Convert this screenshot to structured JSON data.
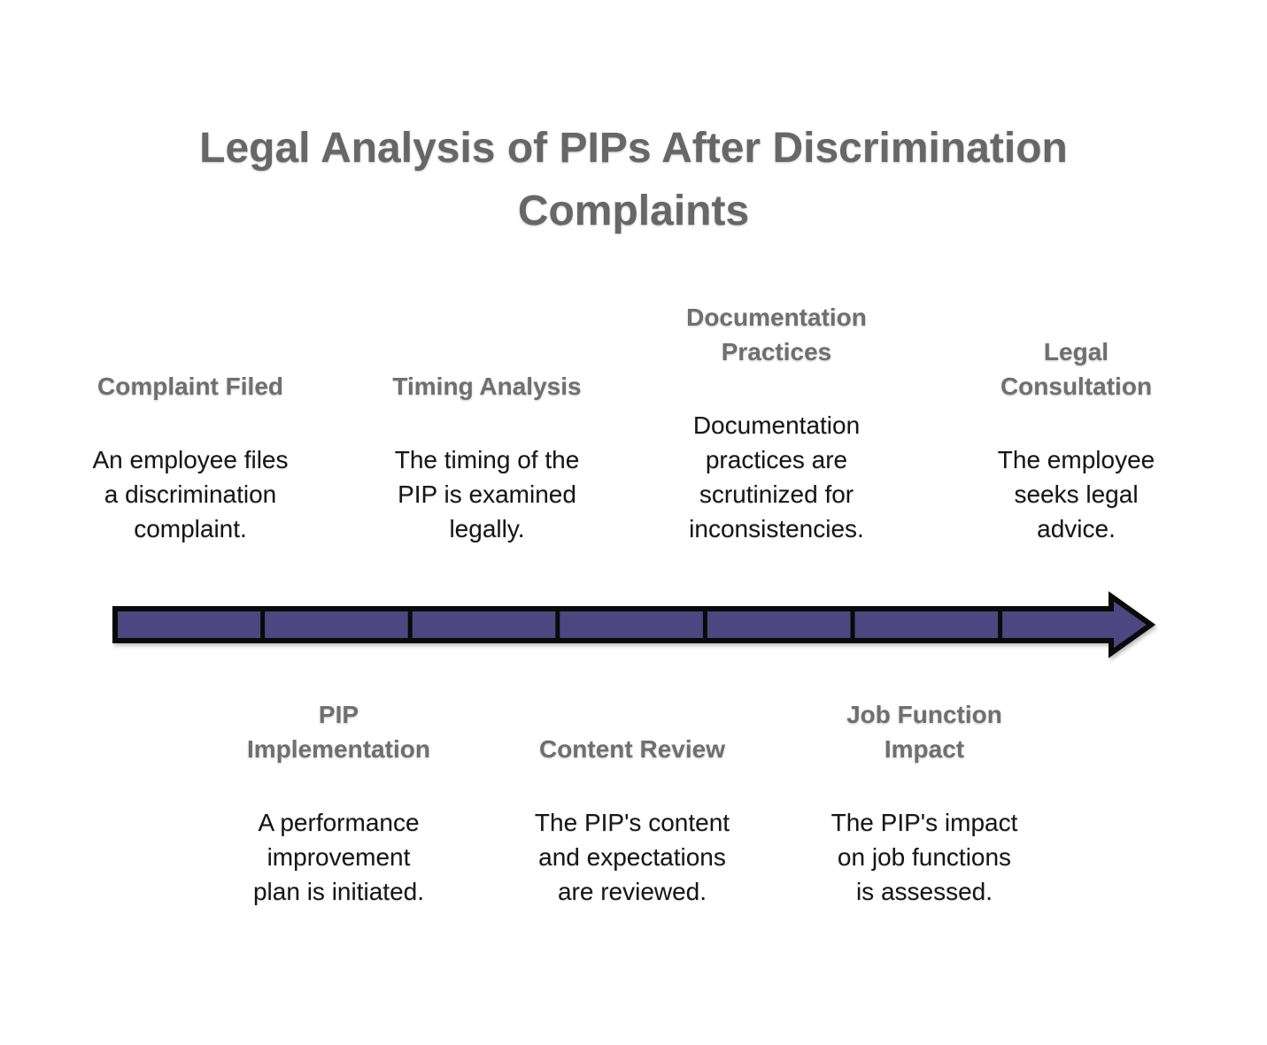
{
  "title": "Legal Analysis of PIPs After Discrimination Complaints",
  "colors": {
    "background": "#ffffff",
    "title_text": "#676767",
    "milestone_label_text": "#6f6f6f",
    "milestone_description_text": "#161616",
    "arrow_fill": "#4e4681",
    "arrow_outline": "#0a0a0a"
  },
  "timeline": {
    "direction": "left-to-right",
    "segment_count": 7,
    "milestones_above": [
      {
        "label": "Complaint Filed",
        "description": "An employee files a discrimination complaint."
      },
      {
        "label": "Timing Analysis",
        "description": "The timing of the PIP is examined legally."
      },
      {
        "label": "Documentation Practices",
        "description": "Documentation practices are scrutinized for inconsistencies."
      },
      {
        "label": "Legal Consultation",
        "description": "The employee seeks legal advice."
      }
    ],
    "milestones_below": [
      {
        "label": "PIP Implementation",
        "description": "A performance improvement plan is initiated."
      },
      {
        "label": "Content Review",
        "description": "The PIP's content and expectations are reviewed."
      },
      {
        "label": "Job Function Impact",
        "description": "The PIP's impact on job functions is assessed."
      }
    ]
  }
}
